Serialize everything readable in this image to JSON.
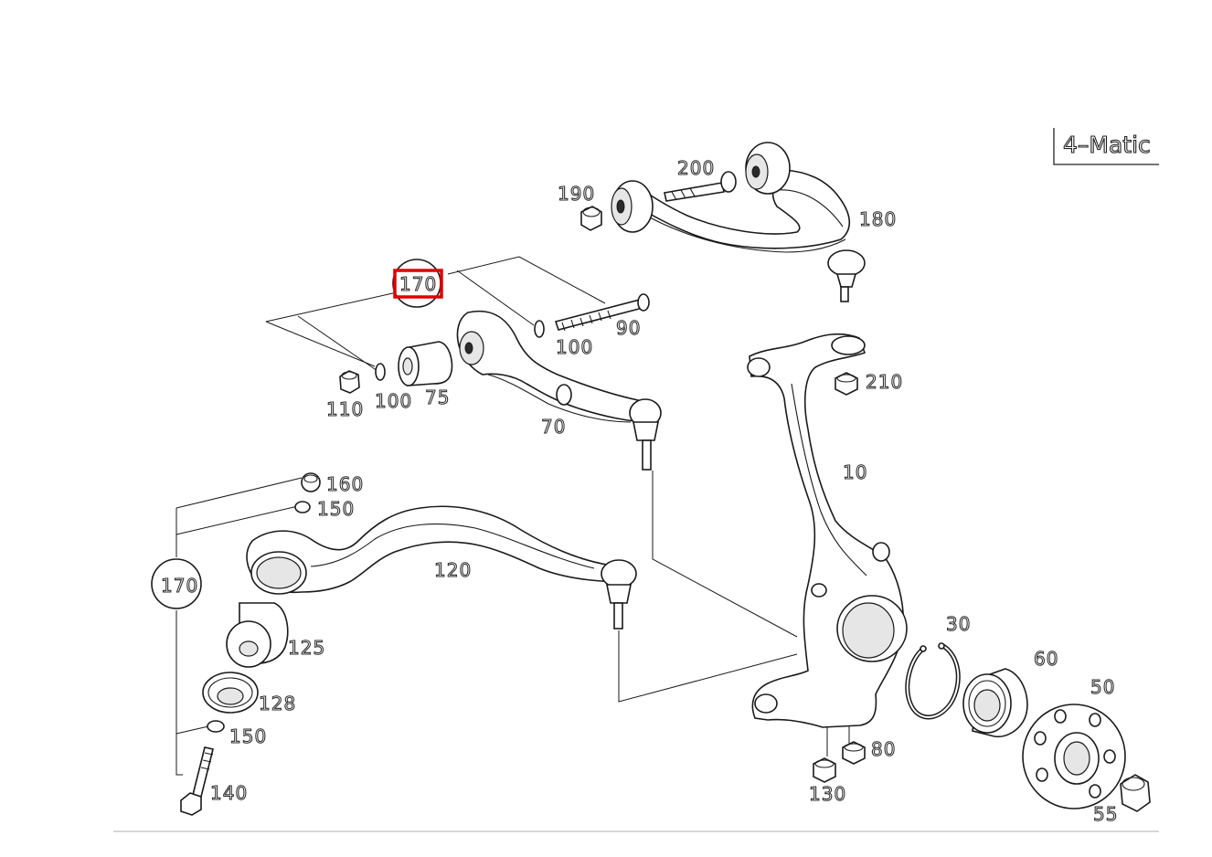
{
  "variant_badge": "4–Matic",
  "highlight_color": "#e00000",
  "highlighted_callout": "170",
  "callouts": {
    "c10": "10",
    "c30": "30",
    "c50": "50",
    "c55": "55",
    "c60": "60",
    "c70": "70",
    "c75": "75",
    "c80": "80",
    "c90": "90",
    "c100a": "100",
    "c100b": "100",
    "c110": "110",
    "c120": "120",
    "c125": "125",
    "c128": "128",
    "c130": "130",
    "c140": "140",
    "c150a": "150",
    "c150b": "150",
    "c160": "160",
    "c170a": "170",
    "c170b": "170",
    "c180": "180",
    "c190": "190",
    "c200": "200",
    "c210": "210"
  }
}
